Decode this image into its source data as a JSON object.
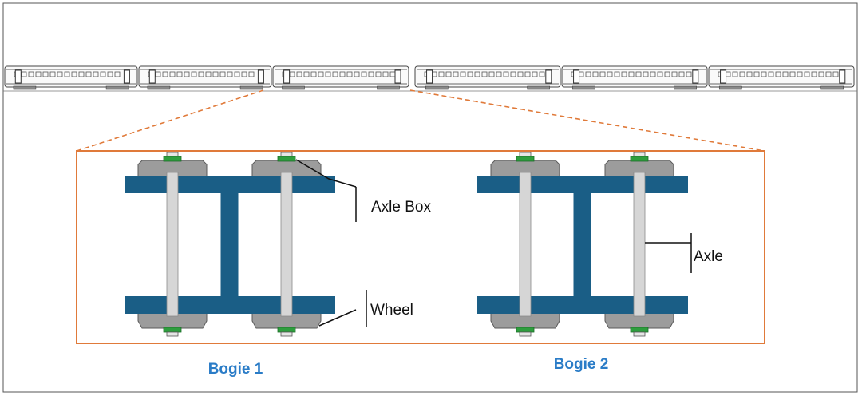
{
  "labels": {
    "axle_box": "Axle Box",
    "axle": "Axle",
    "wheel": "Wheel"
  },
  "bogies": [
    {
      "title": "Bogie 1"
    },
    {
      "title": "Bogie 2"
    }
  ],
  "colors": {
    "frame_blue": "#1a5e86",
    "axle_grey": "#d6d6d6",
    "wheel_grey": "#9c9c9c",
    "axlebox_green": "#2e9e3e",
    "zoom_orange": "#e07a3a",
    "title_blue": "#2a7cc7"
  }
}
